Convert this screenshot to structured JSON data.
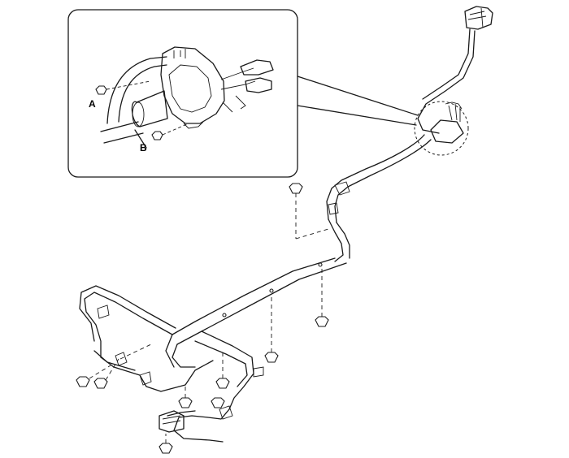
{
  "labels": {
    "a": "A",
    "b": "B"
  },
  "colors": {
    "line": "#1a1a1a",
    "background": "#ffffff"
  },
  "parts": {
    "inset": "detail-inset",
    "harness": "wiring-harness",
    "connectors": [
      "connector-top",
      "connector-bottom"
    ],
    "nut_count": 11
  }
}
